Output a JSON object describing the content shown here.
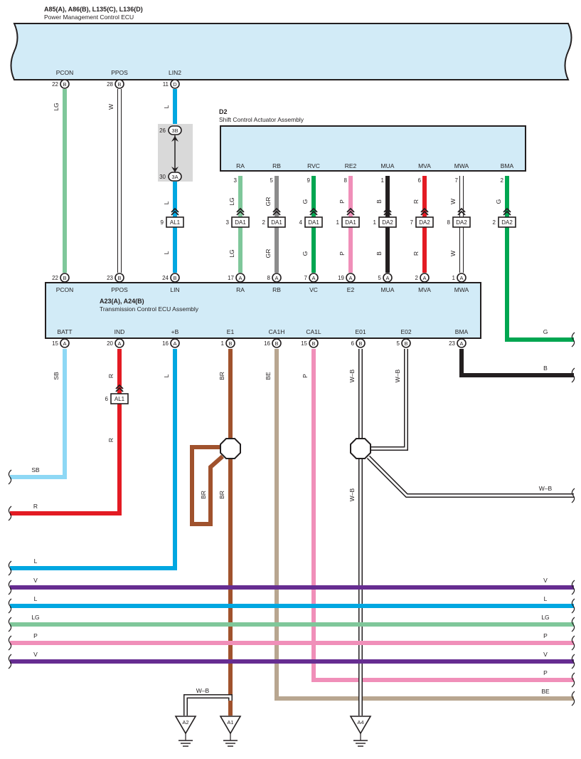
{
  "colors": {
    "LG": "#7fc79a",
    "W": "#ffffff",
    "L": "#00a7e1",
    "SB": "#8ed8f5",
    "R": "#e31b23",
    "GR": "#8c8c8c",
    "G": "#00a651",
    "P": "#f08fb9",
    "B": "#231f20",
    "BR": "#a0522d",
    "BE": "#b8a690",
    "V": "#662d91",
    "box": "#d2ebf7",
    "outline": "#231f20",
    "junction_block": "#d9d9d9"
  },
  "ecu_top": {
    "title": "A85(A), A86(B), L135(C), L136(D)",
    "subtitle": "Power Management Control ECU",
    "pins": [
      {
        "name": "PCON",
        "num": "22",
        "conn": "B"
      },
      {
        "name": "PPOS",
        "num": "28",
        "conn": "B"
      },
      {
        "name": "LIN2",
        "num": "11",
        "conn": "D"
      }
    ]
  },
  "junction": {
    "top": {
      "num": "26",
      "conn": "3B"
    },
    "bottom": {
      "num": "30",
      "conn": "3A"
    }
  },
  "actuator": {
    "title": "D2",
    "subtitle": "Shift Control Actuator Assembly",
    "pins": [
      {
        "name": "RA",
        "num": "3"
      },
      {
        "name": "RB",
        "num": "5"
      },
      {
        "name": "RVC",
        "num": "9"
      },
      {
        "name": "RE2",
        "num": "8"
      },
      {
        "name": "MUA",
        "num": "1"
      },
      {
        "name": "MVA",
        "num": "6"
      },
      {
        "name": "MWA",
        "num": "7"
      },
      {
        "name": "BMA",
        "num": "2"
      }
    ]
  },
  "inline_connectors": [
    {
      "num": "9",
      "name": "AL1"
    },
    {
      "num": "3",
      "name": "DA1"
    },
    {
      "num": "2",
      "name": "DA1"
    },
    {
      "num": "4",
      "name": "DA1"
    },
    {
      "num": "1",
      "name": "DA1"
    },
    {
      "num": "1",
      "name": "DA2"
    },
    {
      "num": "7",
      "name": "DA2"
    },
    {
      "num": "8",
      "name": "DA2"
    },
    {
      "num": "2",
      "name": "DA2"
    },
    {
      "num": "6",
      "name": "AL1"
    }
  ],
  "ecu_mid": {
    "title": "A23(A), A24(B)",
    "subtitle": "Transmission Control ECU Assembly",
    "top_pins": [
      {
        "name": "PCON",
        "num": "22",
        "conn": "B"
      },
      {
        "name": "PPOS",
        "num": "23",
        "conn": "B"
      },
      {
        "name": "LIN",
        "num": "24",
        "conn": "B"
      },
      {
        "name": "RA",
        "num": "17",
        "conn": "A"
      },
      {
        "name": "RB",
        "num": "8",
        "conn": "A"
      },
      {
        "name": "VC",
        "num": "7",
        "conn": "A"
      },
      {
        "name": "E2",
        "num": "19",
        "conn": "A"
      },
      {
        "name": "MUA",
        "num": "5",
        "conn": "A"
      },
      {
        "name": "MVA",
        "num": "2",
        "conn": "A"
      },
      {
        "name": "MWA",
        "num": "1",
        "conn": "A"
      }
    ],
    "bottom_pins": [
      {
        "name": "BATT",
        "num": "15",
        "conn": "A"
      },
      {
        "name": "IND",
        "num": "20",
        "conn": "A"
      },
      {
        "name": "+B",
        "num": "16",
        "conn": "A"
      },
      {
        "name": "E1",
        "num": "1",
        "conn": "B"
      },
      {
        "name": "CA1H",
        "num": "16",
        "conn": "B"
      },
      {
        "name": "CA1L",
        "num": "15",
        "conn": "B"
      },
      {
        "name": "E01",
        "num": "6",
        "conn": "B"
      },
      {
        "name": "E02",
        "num": "5",
        "conn": "B"
      },
      {
        "name": "BMA",
        "num": "23",
        "conn": "A"
      }
    ]
  },
  "wire_labels": {
    "LG": "LG",
    "W": "W",
    "L": "L",
    "GR": "GR",
    "G": "G",
    "P": "P",
    "B": "B",
    "R": "R",
    "SB": "SB",
    "BR": "BR",
    "BE": "BE",
    "V": "V",
    "WB": "W–B"
  },
  "grounds": [
    "A2",
    "A1",
    "A4"
  ]
}
